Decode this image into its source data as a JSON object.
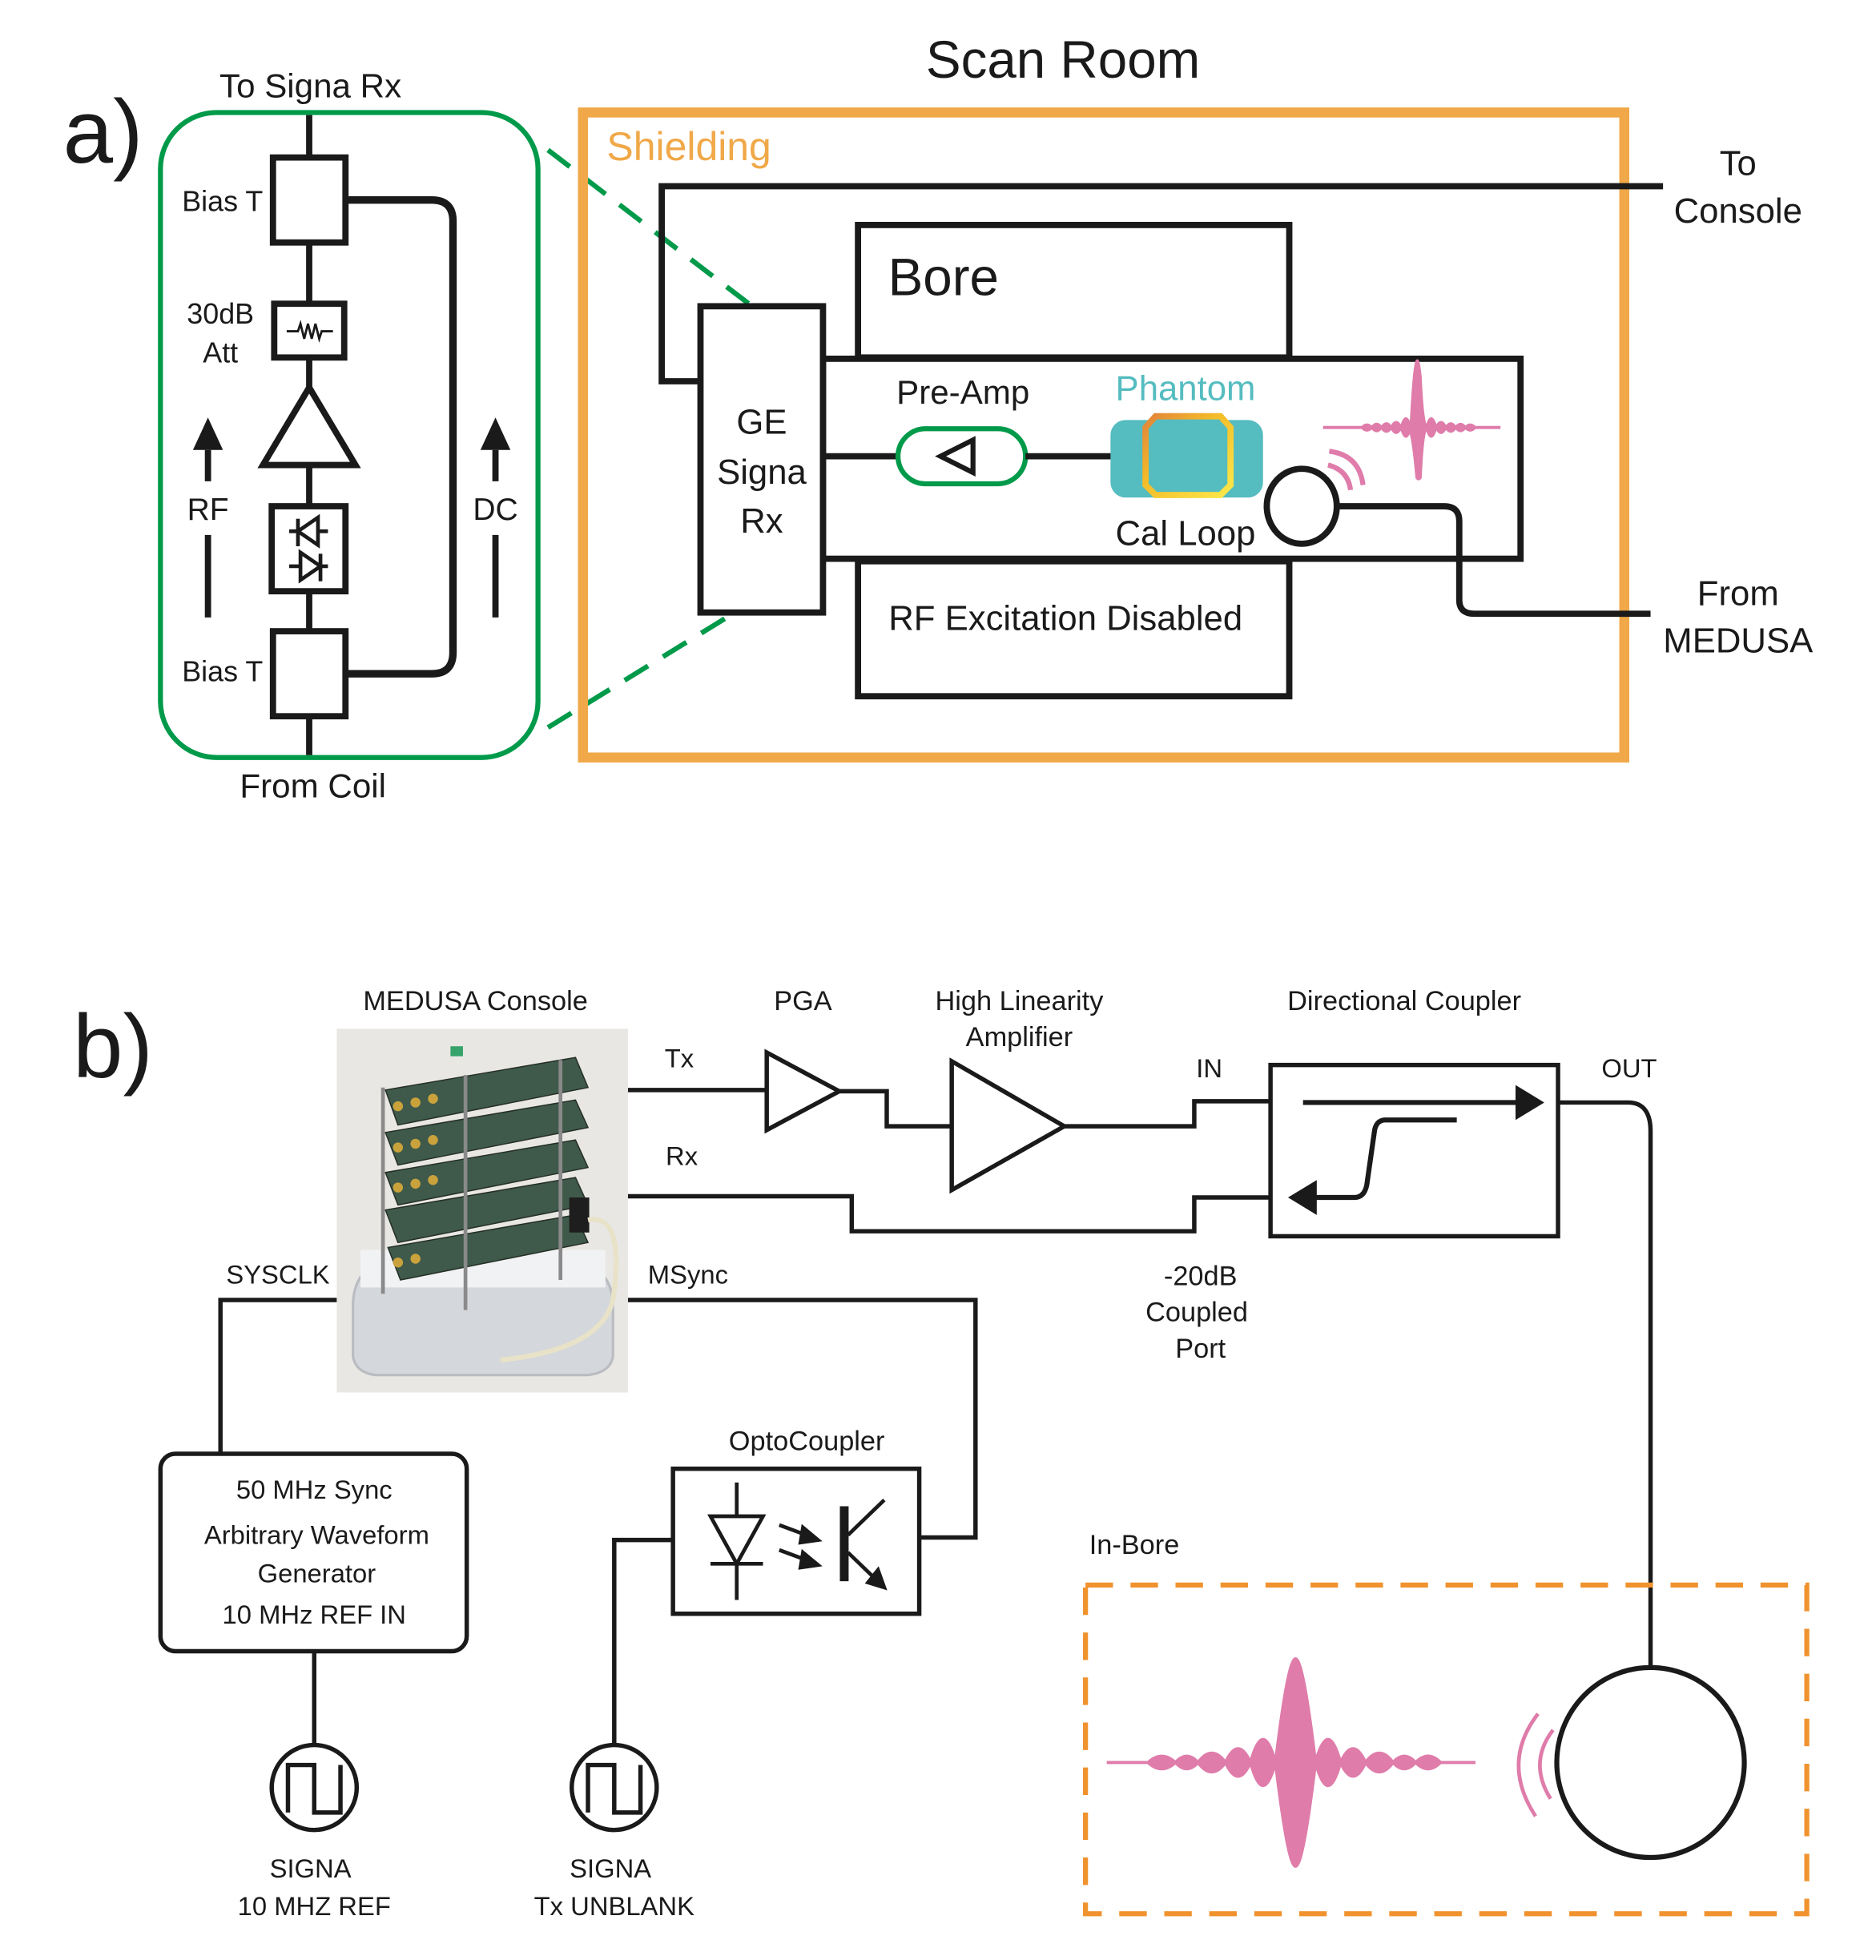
{
  "panel_a": {
    "label": "a)",
    "title": "Scan Room",
    "inset": {
      "top_label": "To Signa Rx",
      "bottom_label": "From Coil",
      "bias_t_top": "Bias T",
      "attenuator_line1": "30dB",
      "attenuator_line2": "Att",
      "rf_label": "RF",
      "dc_label": "DC",
      "bias_t_bottom": "Bias T"
    },
    "shielding_label": "Shielding",
    "bore_label": "Bore",
    "ge_rx_line1": "GE",
    "ge_rx_line2": "Signa",
    "ge_rx_line3": "Rx",
    "preamp_label": "Pre-Amp",
    "phantom_label": "Phantom",
    "cal_loop_label": "Cal Loop",
    "rf_excitation_label": "RF Excitation Disabled",
    "to_console_line1": "To",
    "to_console_line2": "Console",
    "from_medusa_line1": "From",
    "from_medusa_line2": "MEDUSA",
    "colors": {
      "shielding": "#f0a848",
      "inset": "#009a4a",
      "phantom": "#55bcc0",
      "signal": "#df7caa"
    }
  },
  "panel_b": {
    "label": "b)",
    "console_label": "MEDUSA Console",
    "tx_label": "Tx",
    "rx_label": "Rx",
    "sysclk_label": "SYSCLK",
    "msync_label": "MSync",
    "pga_label": "PGA",
    "amp_line1": "High Linearity",
    "amp_line2": "Amplifier",
    "coupler_label": "Directional Coupler",
    "in_label": "IN",
    "out_label": "OUT",
    "coupled_line1": "-20dB",
    "coupled_line2": "Coupled",
    "coupled_line3": "Port",
    "awg_line1": "50 MHz Sync",
    "awg_line2": "Arbitrary Waveform",
    "awg_line3": "Generator",
    "awg_line4": "10 MHz REF IN",
    "opto_label": "OptoCoupler",
    "ref_line1": "SIGNA",
    "ref_line2": "10 MHZ REF",
    "unblank_line1": "SIGNA",
    "unblank_line2": "Tx UNBLANK",
    "inbore_label": "In-Bore",
    "colors": {
      "inbore": "#f0922e",
      "signal": "#df7caa"
    }
  }
}
